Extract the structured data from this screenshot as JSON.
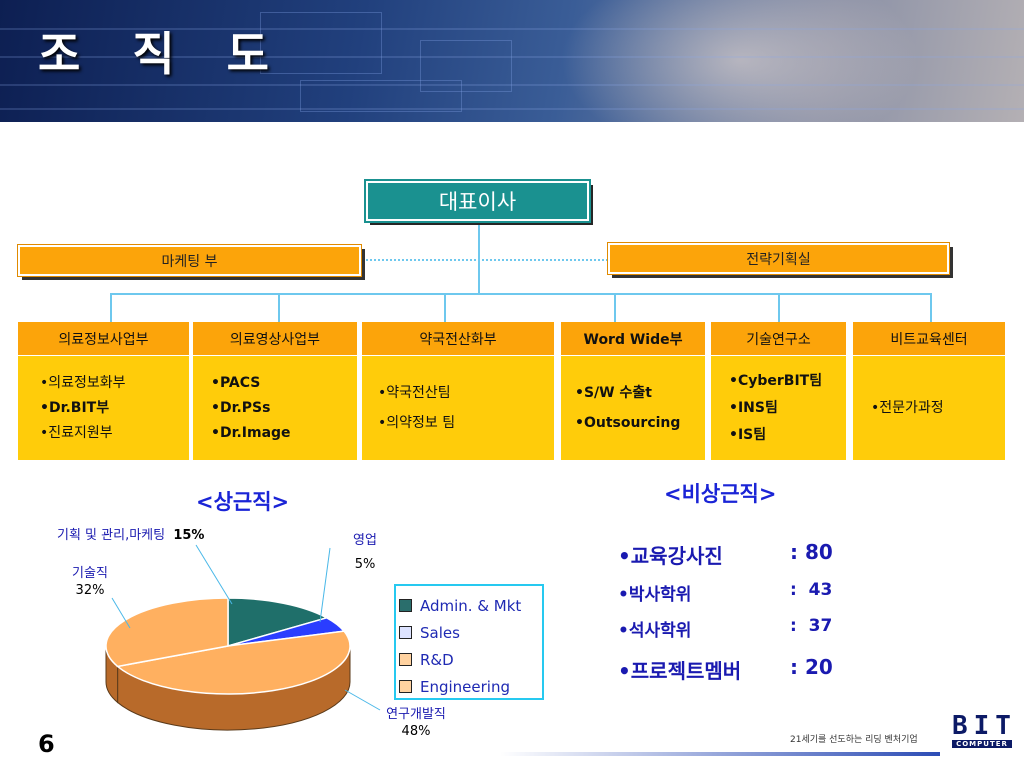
{
  "title": "조 직 도",
  "org": {
    "ceo": "대표이사",
    "marketing": "마케팅 부",
    "strategy": "전략기획실",
    "departments": [
      {
        "name": "의료정보사업부",
        "items": [
          "•의료정보화부",
          "•Dr.BIT부",
          "•진료지원부"
        ]
      },
      {
        "name": "의료영상사업부",
        "items": [
          "•PACS",
          "•Dr.PSs",
          "•Dr.Image"
        ]
      },
      {
        "name": "약국전산화부",
        "items": [
          "•약국전산팀",
          "•의약정보 팀"
        ]
      },
      {
        "name": "Word Wide부",
        "items": [
          "•S/W 수출t",
          "•Outsourcing"
        ]
      },
      {
        "name": "기술연구소",
        "items": [
          "•CyberBIT팀",
          "•INS팀",
          "•IS팀"
        ]
      },
      {
        "name": "비트교육센터",
        "items": [
          "•전문가과정"
        ]
      }
    ]
  },
  "regular_heading": "<상근직>",
  "nonregular_heading": "<비상근직>",
  "chart_data": {
    "type": "pie",
    "title": "",
    "categories": [
      "Admin. & Mkt",
      "Sales",
      "R&D",
      "Engineering"
    ],
    "values": [
      15,
      5,
      48,
      32
    ],
    "slice_labels": [
      {
        "name": "기획 및 관리,마케팅",
        "value": "15%"
      },
      {
        "name": "영업",
        "value": "5%"
      },
      {
        "name": "연구개발직",
        "value": "48%"
      },
      {
        "name": "기술직",
        "value": "32%"
      }
    ],
    "colors": [
      "#1f6f6a",
      "#1e3cff",
      "#ffb060",
      "#ffb060"
    ],
    "legend_position": "right"
  },
  "legend": [
    {
      "label": "Admin. & Mkt",
      "color": "#2a6e6c"
    },
    {
      "label": "Sales",
      "color": "#dde3ff"
    },
    {
      "label": "R&D",
      "color": "#ffd2a0"
    },
    {
      "label": "Engineering",
      "color": "#ffd2a0"
    }
  ],
  "nonregular": [
    {
      "label": "•교육강사진",
      "value": ": 80"
    },
    {
      "label": "•박사학위",
      "value": ":  43"
    },
    {
      "label": "•석사학위",
      "value": ":  37"
    },
    {
      "label": "•프로젝트멤버",
      "value": ": 20"
    }
  ],
  "page_number": "6",
  "footer_slogan": "21세기를 선도하는 리딩 벤처기업",
  "logo": {
    "text": "BIT",
    "sub": "COMPUTER"
  }
}
